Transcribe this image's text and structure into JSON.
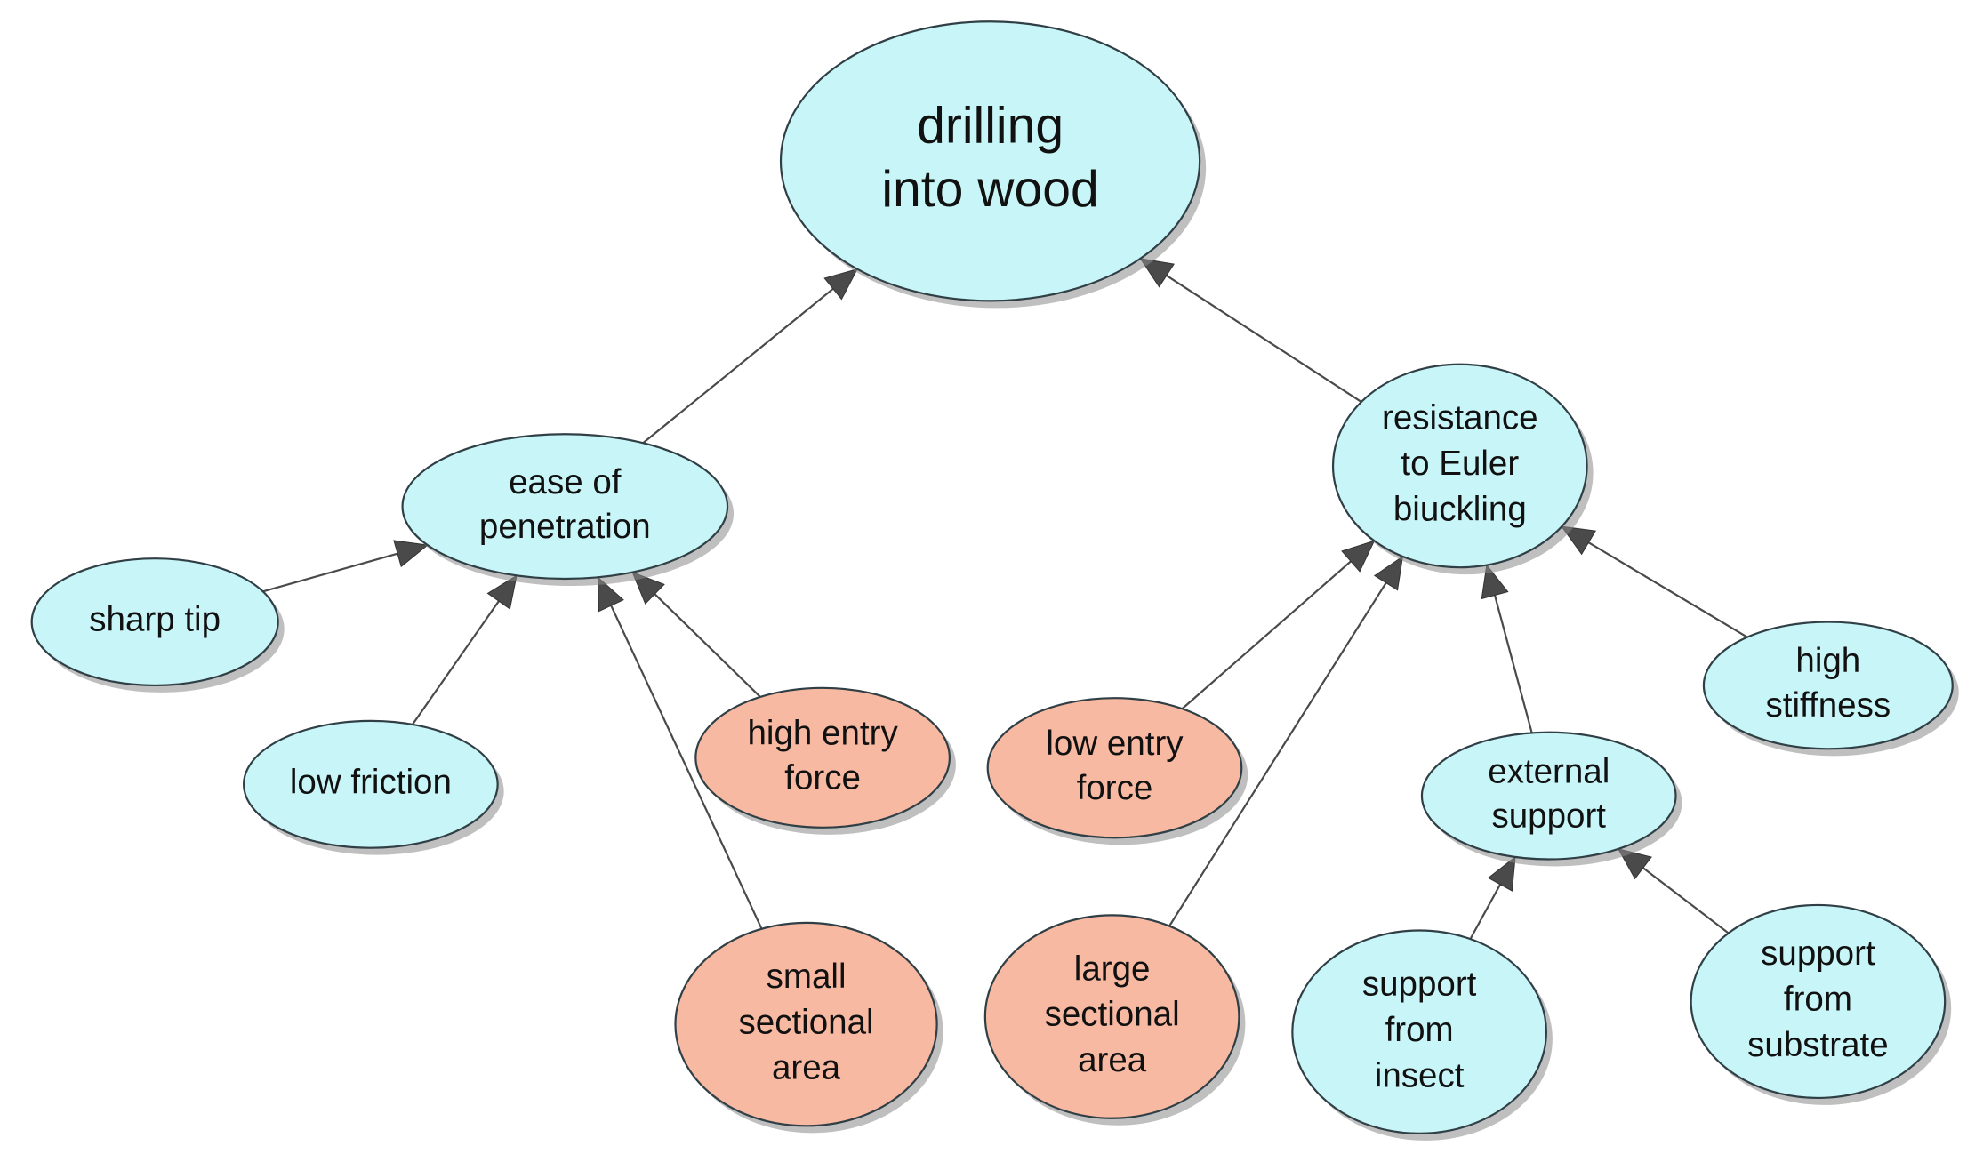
{
  "colors": {
    "cyan_node": "#c8f5f7",
    "salmon_node": "#f7b9a2",
    "edge": "#4a4a4a"
  },
  "nodes": [
    {
      "id": "drilling",
      "color": "cyan",
      "lines": [
        "drilling",
        "into wood"
      ]
    },
    {
      "id": "ease",
      "color": "cyan",
      "lines": [
        "ease of",
        "penetration"
      ]
    },
    {
      "id": "resistance",
      "color": "cyan",
      "lines": [
        "resistance",
        "to Euler",
        "biuckling"
      ]
    },
    {
      "id": "sharp",
      "color": "cyan",
      "lines": [
        "sharp tip"
      ]
    },
    {
      "id": "lowfric",
      "color": "cyan",
      "lines": [
        "low friction"
      ]
    },
    {
      "id": "highentry",
      "color": "salmon",
      "lines": [
        "high entry",
        "force"
      ]
    },
    {
      "id": "smallsec",
      "color": "salmon",
      "lines": [
        "small",
        "sectional",
        "area"
      ]
    },
    {
      "id": "lowentry",
      "color": "salmon",
      "lines": [
        "low entry",
        "force"
      ]
    },
    {
      "id": "largesec",
      "color": "salmon",
      "lines": [
        "large",
        "sectional",
        "area"
      ]
    },
    {
      "id": "external",
      "color": "cyan",
      "lines": [
        "external",
        "support"
      ]
    },
    {
      "id": "highstiff",
      "color": "cyan",
      "lines": [
        "high",
        "stiffness"
      ]
    },
    {
      "id": "insect",
      "color": "cyan",
      "lines": [
        "support",
        "from",
        "insect"
      ]
    },
    {
      "id": "substrate",
      "color": "cyan",
      "lines": [
        "support",
        "from",
        "substrate"
      ]
    }
  ],
  "edges": [
    {
      "from": "ease",
      "to": "drilling"
    },
    {
      "from": "resistance",
      "to": "drilling"
    },
    {
      "from": "sharp",
      "to": "ease"
    },
    {
      "from": "lowfric",
      "to": "ease"
    },
    {
      "from": "highentry",
      "to": "ease"
    },
    {
      "from": "smallsec",
      "to": "ease"
    },
    {
      "from": "lowentry",
      "to": "resistance"
    },
    {
      "from": "largesec",
      "to": "resistance"
    },
    {
      "from": "external",
      "to": "resistance"
    },
    {
      "from": "highstiff",
      "to": "resistance"
    },
    {
      "from": "insect",
      "to": "external"
    },
    {
      "from": "substrate",
      "to": "external"
    }
  ]
}
